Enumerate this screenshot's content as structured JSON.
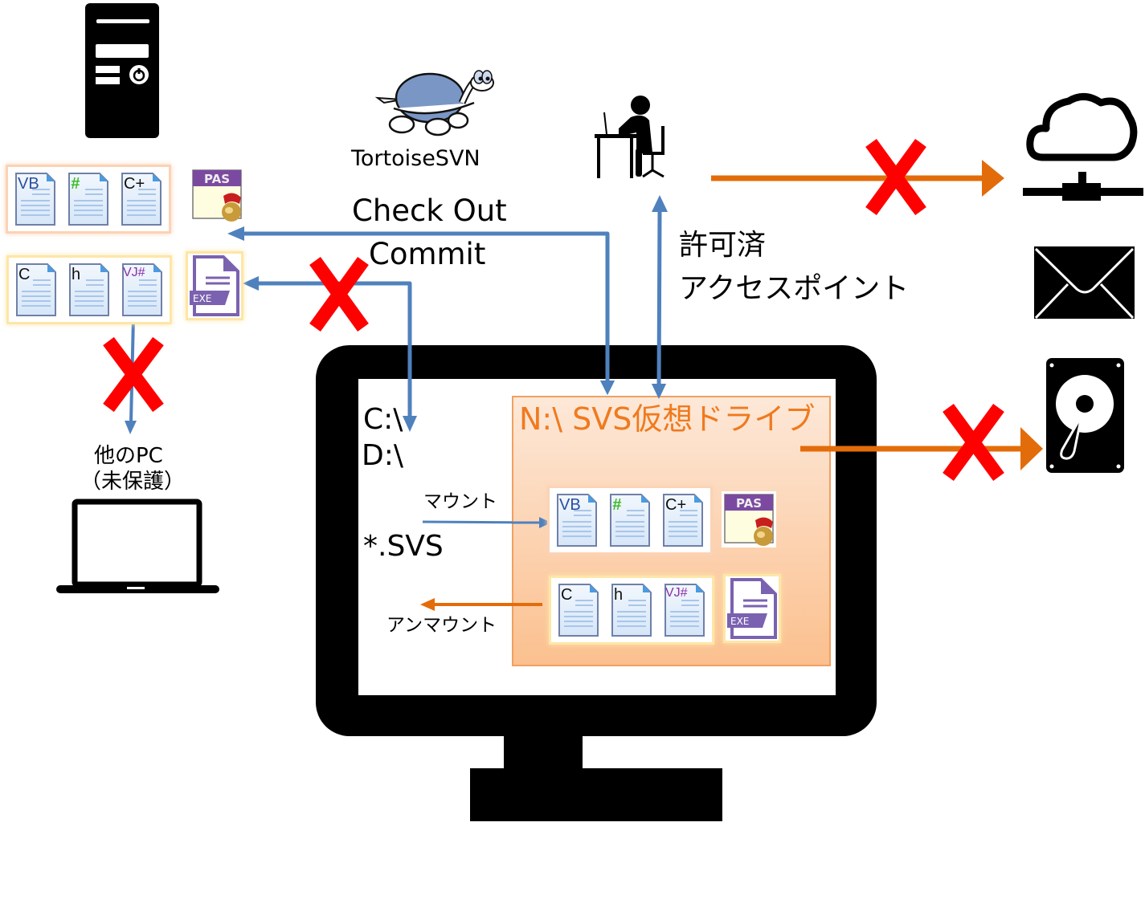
{
  "labels": {
    "tortoise": "TortoiseSVN",
    "checkout": "Check Out",
    "commit": "Commit",
    "approved_line1": "許可済",
    "approved_line2": "アクセスポイント",
    "other_pc_line1": "他のPC",
    "other_pc_line2": "（未保護）",
    "drive_c": "C:\\",
    "drive_d": "D:\\",
    "svs_file": "*.SVS",
    "mount": "マウント",
    "unmount": "アンマウント",
    "virtual_drive": "N:\\ SVS仮想ドライブ"
  },
  "file_icons": {
    "row1": [
      "VB",
      "#",
      "C++"
    ],
    "row2": [
      "C",
      "h",
      "VJ#"
    ],
    "pas": "PAS",
    "exe": "EXE"
  },
  "icons": [
    "server-tower-icon",
    "tortoisesvn-logo",
    "user-at-desk-icon",
    "cloud-network-icon",
    "mail-icon",
    "hard-disk-icon",
    "laptop-icon",
    "monitor-icon"
  ],
  "colors": {
    "allowed_arrow": "#4f81bd",
    "blocked_arrow": "#e36c0a",
    "block_mark": "#ff0000",
    "drive_title": "#f07a1e",
    "drive_fill_top": "#fde8d8",
    "drive_fill_bottom": "#fbc08f"
  }
}
